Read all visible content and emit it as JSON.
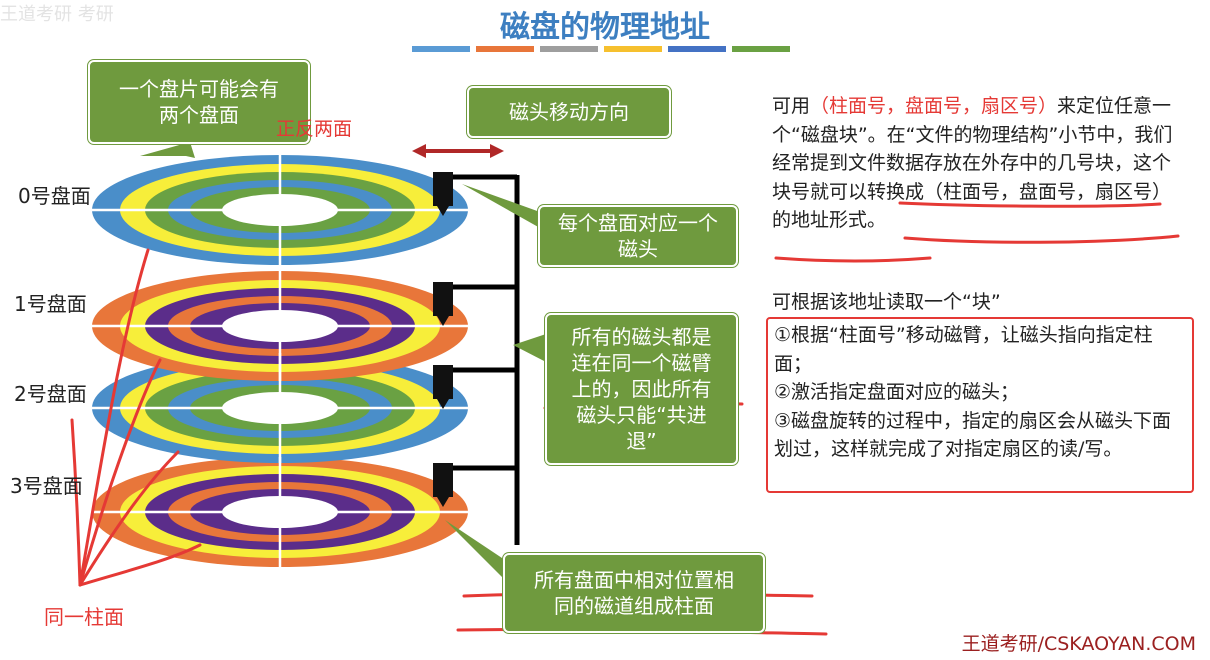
{
  "watermark": "王道考研 考研",
  "title": "磁盘的物理地址",
  "title_bar_colors": [
    "#5a9bd5",
    "#e8763a",
    "#9e9e9e",
    "#f6c02e",
    "#4472c4",
    "#6aa143"
  ],
  "callouts": {
    "platter": "一个盘片可能会有两个盘面",
    "head_direction": "磁头移动方向",
    "one_head": "每个盘面对应一个磁头",
    "shared_arm": "所有的磁头都是连在同一个磁臂上的，因此所有磁头只能“共进退”",
    "cylinder_def": "所有盘面中相对位置相同的磁道组成柱面"
  },
  "annotations": {
    "two_sides": "正反两面",
    "same_cylinder": "同一柱面"
  },
  "surfaces": [
    "0号盘面",
    "1号盘面",
    "2号盘面",
    "3号盘面"
  ],
  "para1": {
    "t1": "可用",
    "t2": "（柱面号，盘面号，扇区号）",
    "t3": "来定位任意一个“磁盘块”。在“文件的物理结构”小节中，我们经常提到文件数据存放在外存中的几号块，这个块号就可以转换成（柱面号，盘面号，扇区号）的地址形式。"
  },
  "read_intro": "可根据该地址读取一个“块”",
  "steps": [
    "①根据“柱面号”移动磁臂，让磁头指向指定柱面；",
    "②激活指定盘面对应的磁头；",
    "③磁盘旋转的过程中，指定的扇区会从磁头下面划过，这样就完成了对指定扇区的读/写。"
  ],
  "brand": "王道考研/CSKAOYAN.COM"
}
